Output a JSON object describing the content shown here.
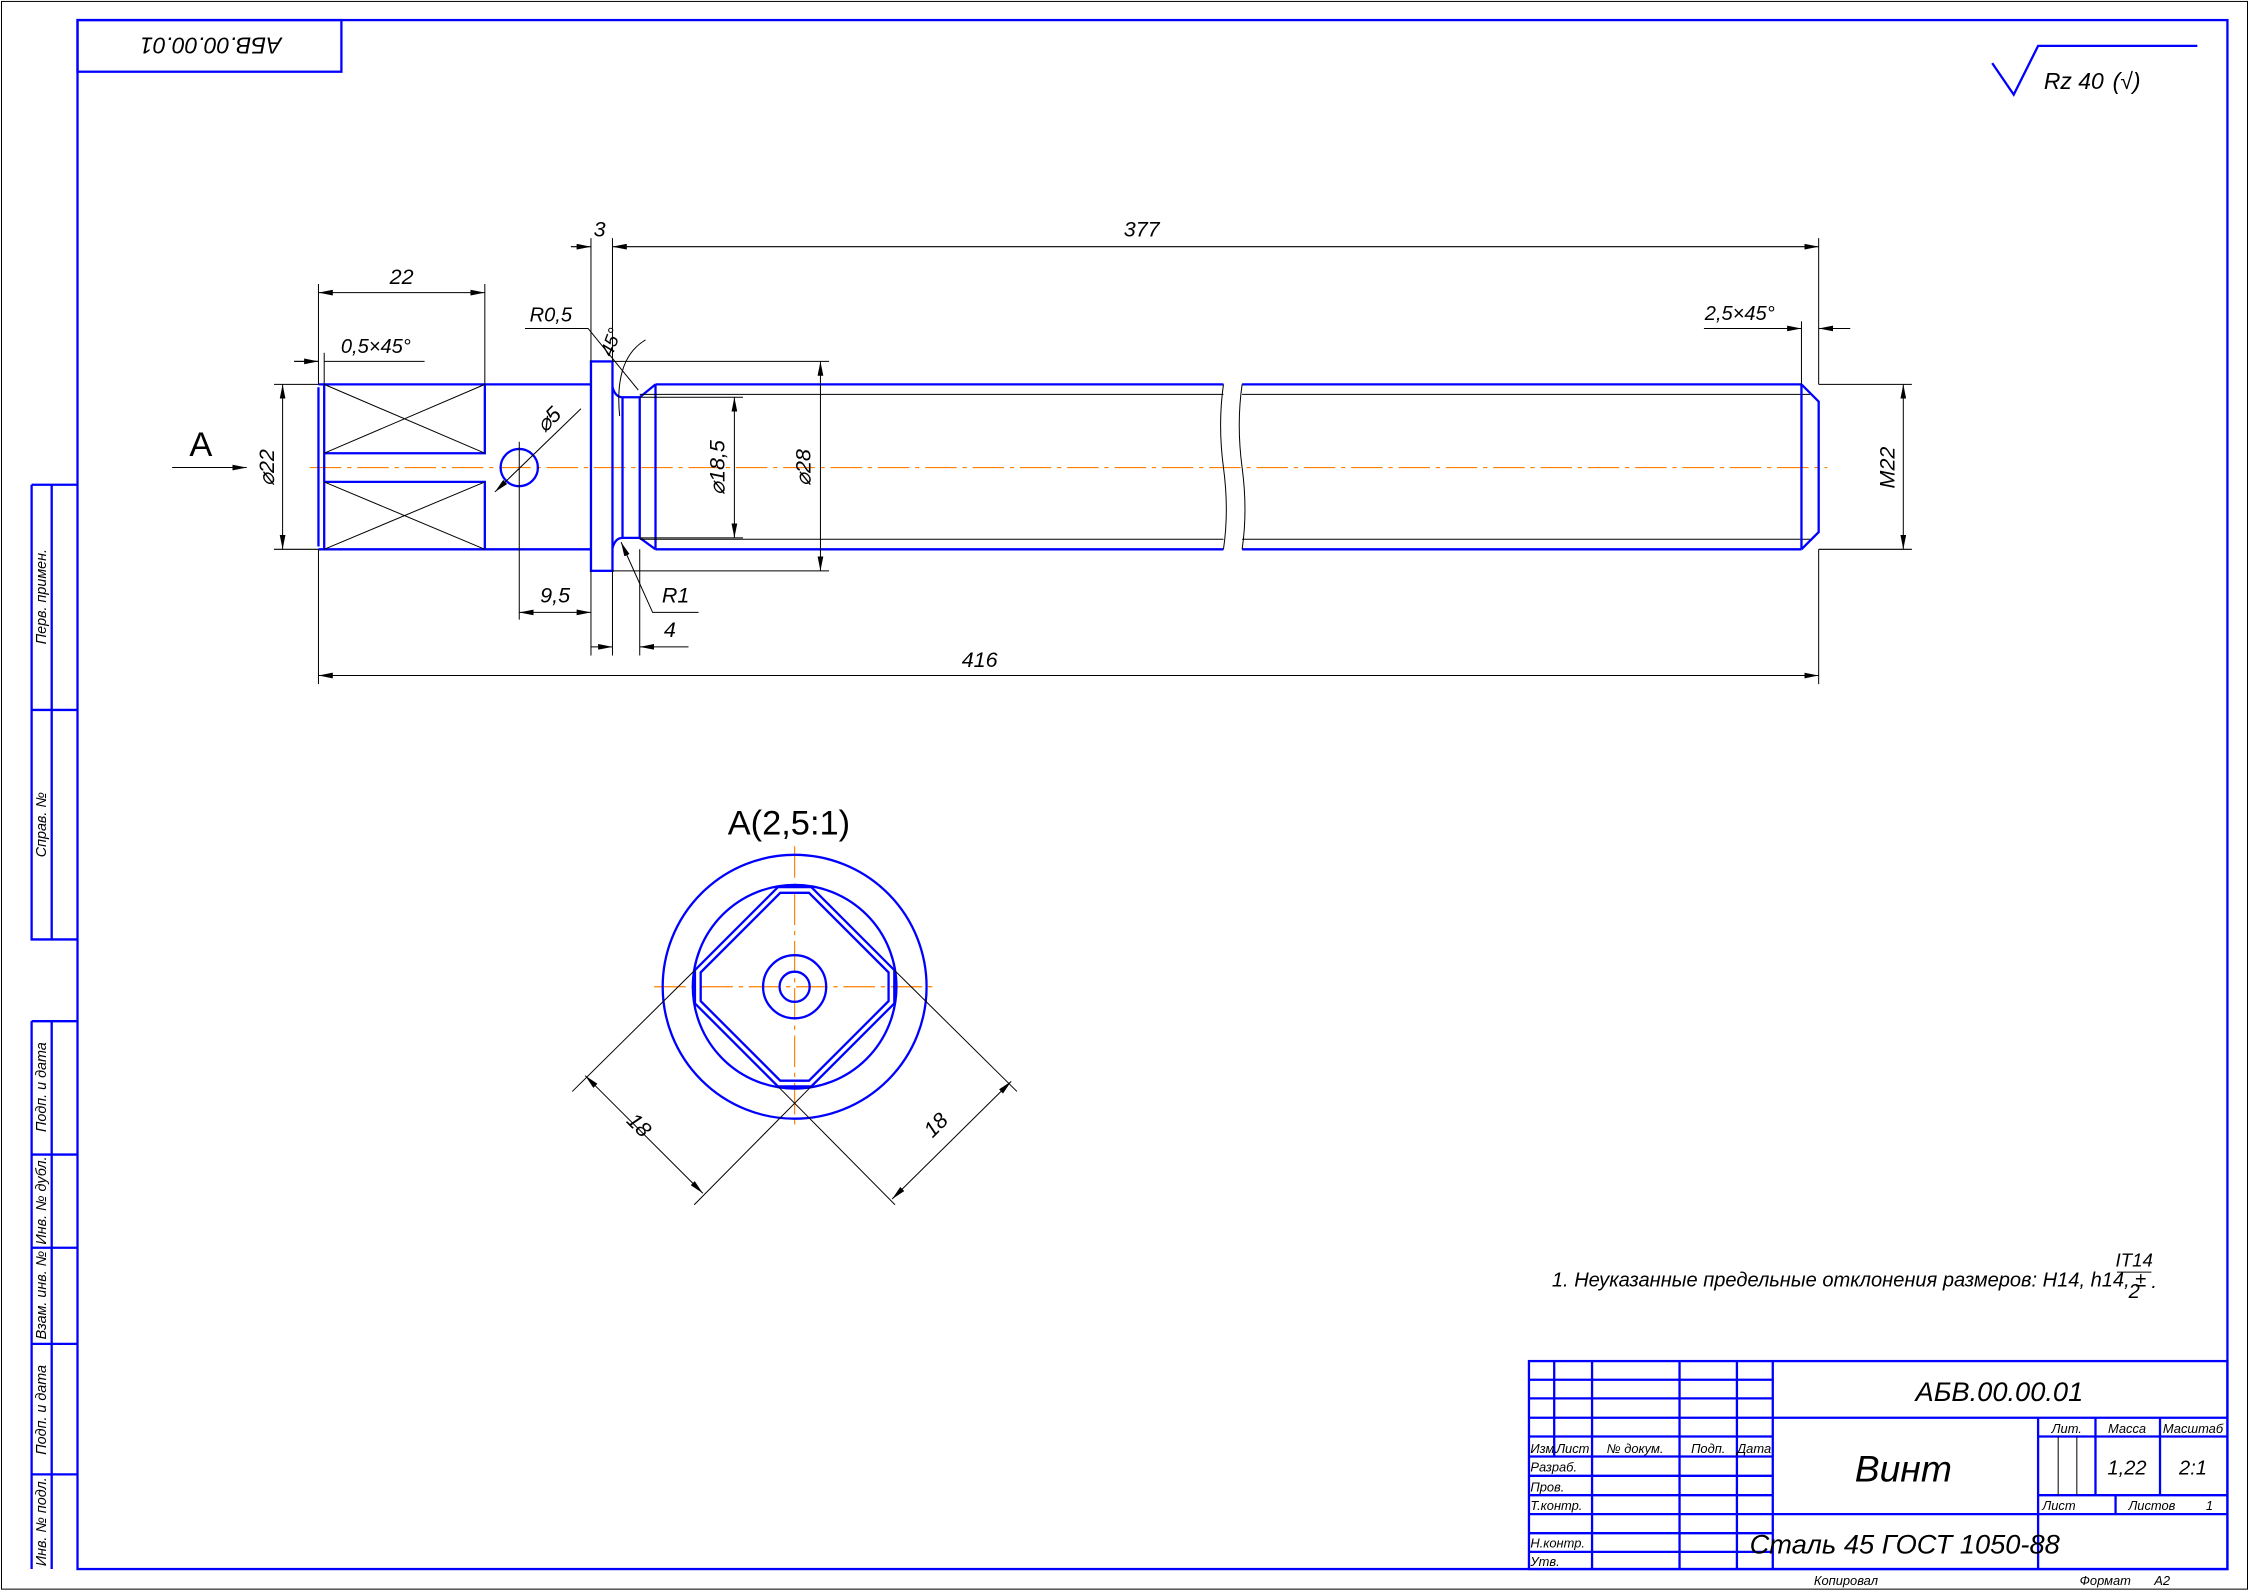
{
  "stamp_top": "АБВ.00.00.01",
  "roughness": {
    "label": "Rz 40",
    "paren": "(√)"
  },
  "side_strip": [
    "Перв. примен.",
    "Справ. №",
    "Подп. и дата",
    "Инв. № дубл.",
    "Взам. инв. №",
    "Подп. и дата",
    "Инв. № подл."
  ],
  "main_view": {
    "view_mark": "A",
    "dims": {
      "d22_flats_len": "22",
      "chamfer_left": "0,5×45°",
      "collar": "3",
      "len377": "377",
      "r05": "R0,5",
      "angle45": "45°",
      "chamfer_right": "2,5×45°",
      "dia22": "⌀22",
      "dia5": "⌀5",
      "dia185": "⌀18,5",
      "dia28": "⌀28",
      "m22": "M22",
      "d95": "9,5",
      "r1": "R1",
      "d4": "4",
      "len416": "416"
    }
  },
  "view_a": {
    "title": "A(2,5:1)",
    "dim_left": "18",
    "dim_right": "18"
  },
  "note": {
    "text": "1.  Неуказанные предельные отклонения размеров: H14, h14, ±",
    "frac_num": "IT14",
    "frac_den": "2",
    "end": "."
  },
  "title_block": {
    "designation": "АБВ.00.00.01",
    "name": "Винт",
    "material": "Сталь 45  ГОСТ 1050-88",
    "headers": {
      "izm": "Изм.",
      "list": "Лист",
      "doc": "№ докум.",
      "sign": "Подп.",
      "date": "Дата"
    },
    "roles": {
      "razrab": "Разраб.",
      "prov": "Пров.",
      "tkontr": "Т.контр.",
      "nkontr": "Н.контр.",
      "utv": "Утв."
    },
    "lit": "Лит.",
    "mass_label": "Масса",
    "scale_label": "Масштаб",
    "mass": "1,22",
    "scale": "2:1",
    "sheet_label": "Лист",
    "sheets_label": "Листов",
    "sheets": "1"
  },
  "footer": {
    "copied": "Копировал",
    "format_label": "Формат",
    "format": "A2"
  }
}
